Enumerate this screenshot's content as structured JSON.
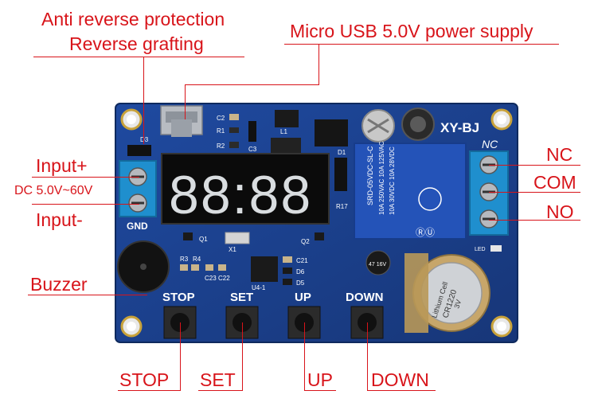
{
  "callouts": {
    "anti_reverse_line1": "Anti reverse protection",
    "anti_reverse_line2": "Reverse grafting",
    "micro_usb": "Micro USB 5.0V power supply",
    "input_plus": "Input+",
    "dc_range": "DC 5.0V~60V",
    "input_minus": "Input-",
    "buzzer": "Buzzer",
    "nc": "NC",
    "com": "COM",
    "no": "NO",
    "stop": "STOP",
    "set": "SET",
    "up": "UP",
    "down": "DOWN"
  },
  "board": {
    "model": "XY-BJ",
    "gnd": "GND",
    "nc_silk": "NC",
    "led": "LED",
    "btn_stop": "STOP",
    "btn_set": "SET",
    "btn_up": "UP",
    "btn_down": "DOWN",
    "display": "88:88",
    "battery_line1": "Lithium Cell",
    "battery_line2": "CR1220",
    "battery_line3": "3V",
    "cap_value": "47 16V",
    "relay_line1": "SRD-05VDC-SL-C",
    "relay_line2": "10A 250VAC 10A 125VAC",
    "relay_line3": "10A 30VDC 10A 28VDC",
    "refs": [
      "D3",
      "C2",
      "R1",
      "R2",
      "C3",
      "L1",
      "D1",
      "R17",
      "Q1",
      "X1",
      "Q2",
      "R3",
      "R4",
      "C21",
      "D6",
      "D5",
      "U4-1",
      "C23",
      "C22"
    ]
  },
  "colors": {
    "callout": "#d8141a",
    "pcb": "#1c3f8e",
    "terminal": "#1f8fce",
    "relay": "#2453b8",
    "display_digit": "#d9dde0"
  }
}
